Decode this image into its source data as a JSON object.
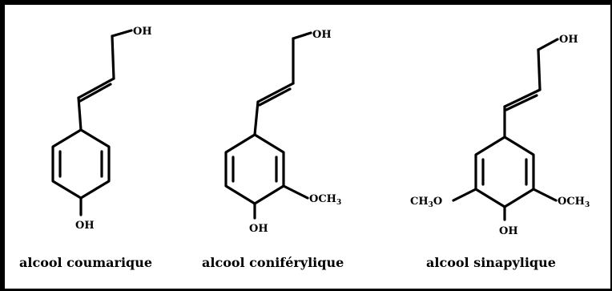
{
  "molecules": [
    {
      "name": "alcool coumarique",
      "terminal_group": "OH",
      "para_group": "OH"
    },
    {
      "name": "alcool coniférylique",
      "terminal_group": "OH",
      "para_group": "OH",
      "meta_group_right": {
        "main": "OCH",
        "sub": "3"
      }
    },
    {
      "name": "alcool sinapylique",
      "terminal_group": "OH",
      "para_group": "OH",
      "meta_group_right": {
        "main": "OCH",
        "sub": "3"
      },
      "meta_group_left": {
        "pre": "CH",
        "sub": "3",
        "post": "O"
      }
    }
  ]
}
